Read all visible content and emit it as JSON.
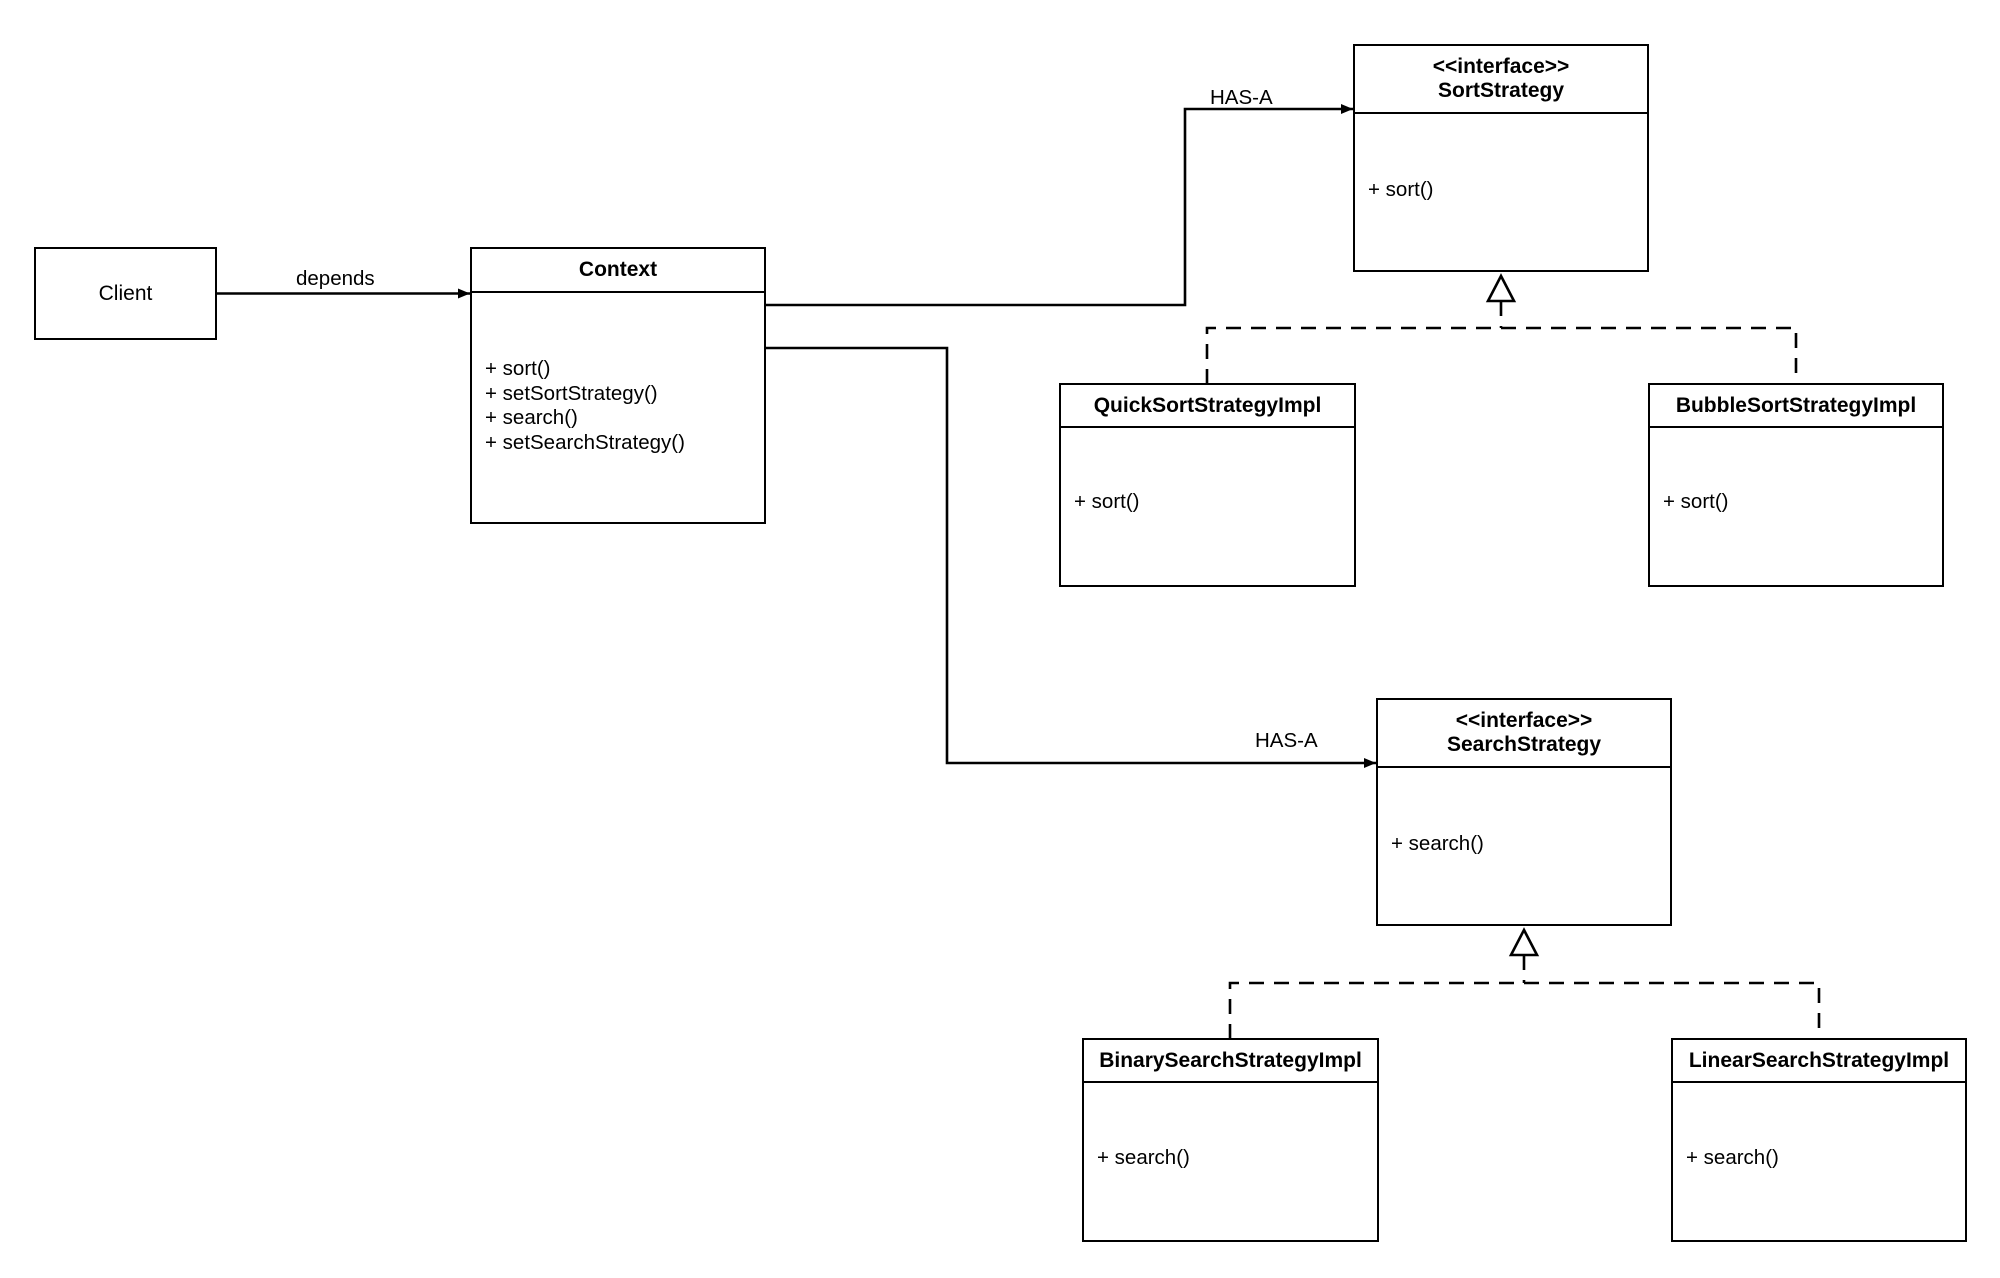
{
  "client": {
    "label": "Client"
  },
  "edges": {
    "depends": "depends",
    "has_a_sort": "HAS-A",
    "has_a_search": "HAS-A"
  },
  "context": {
    "title": "Context",
    "methods": [
      "+ sort()",
      "+ setSortStrategy()",
      "+ search()",
      "+ setSearchStrategy()"
    ]
  },
  "sort_strategy": {
    "stereotype": "<<interface>>",
    "title": "SortStrategy",
    "methods": [
      "+ sort()"
    ]
  },
  "quick_sort": {
    "title": "QuickSortStrategyImpl",
    "methods": [
      "+ sort()"
    ]
  },
  "bubble_sort": {
    "title": "BubbleSortStrategyImpl",
    "methods": [
      "+ sort()"
    ]
  },
  "search_strategy": {
    "stereotype": "<<interface>>",
    "title": "SearchStrategy",
    "methods": [
      "+ search()"
    ]
  },
  "binary_search": {
    "title": "BinarySearchStrategyImpl",
    "methods": [
      "+ search()"
    ]
  },
  "linear_search": {
    "title": "LinearSearchStrategyImpl",
    "methods": [
      "+ search()"
    ]
  }
}
